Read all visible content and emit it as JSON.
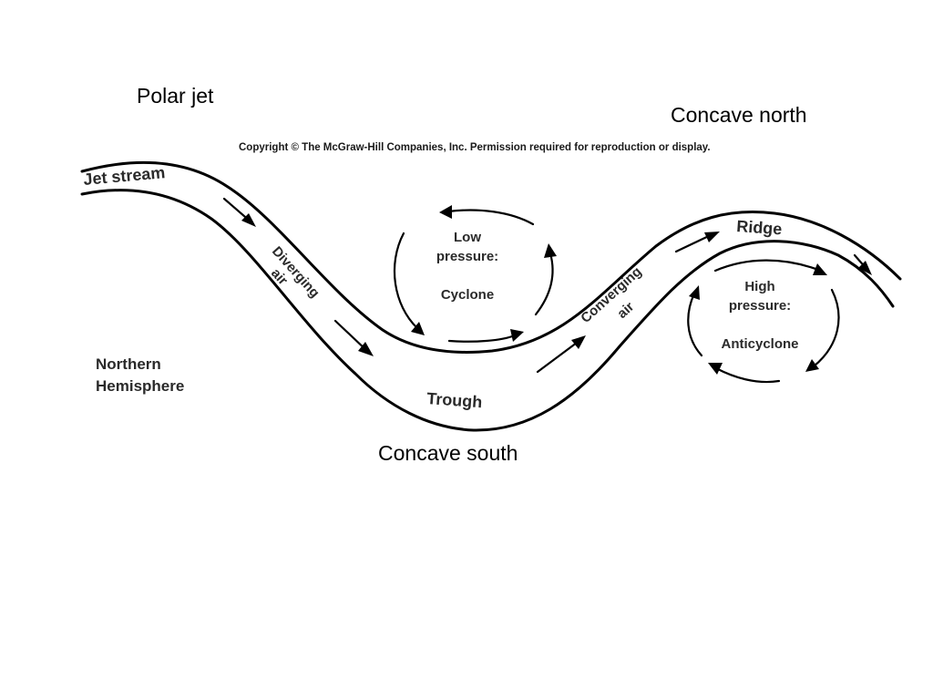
{
  "slide_labels": {
    "polar_jet": "Polar jet",
    "concave_north": "Concave north",
    "concave_south": "Concave south"
  },
  "figure": {
    "copyright": "Copyright © The McGraw-Hill Companies, Inc. Permission required for reproduction or display.",
    "jet_stream": "Jet stream",
    "diverging_line1": "Diverging",
    "diverging_line2": "air",
    "converging_line1": "Converging",
    "converging_line2": "air",
    "trough": "Trough",
    "ridge": "Ridge",
    "low_line1": "Low",
    "low_line2": "pressure:",
    "low_line3": "Cyclone",
    "high_line1": "High",
    "high_line2": "pressure:",
    "high_line3": "Anticyclone",
    "hemisphere_line1": "Northern",
    "hemisphere_line2": "Hemisphere"
  }
}
